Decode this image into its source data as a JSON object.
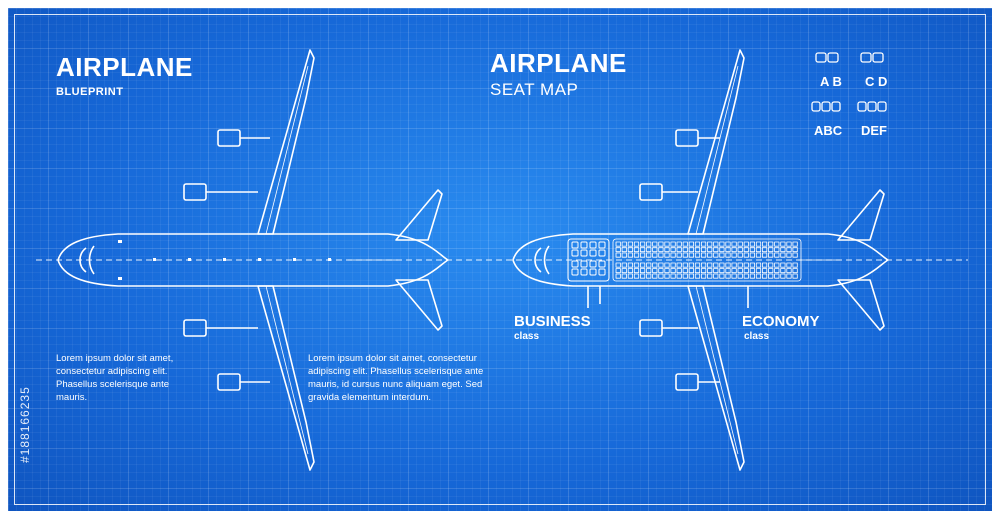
{
  "left": {
    "title": "AIRPLANE",
    "subtitle": "BLUEPRINT",
    "paragraph1": [
      "Lorem ipsum dolor sit amet,",
      "consectetur adipiscing elit.",
      "Phasellus scelerisque ante",
      "mauris."
    ],
    "paragraph2": [
      "Lorem ipsum dolor sit amet, consectetur",
      "adipiscing elit. Phasellus scelerisque ante",
      "mauris, id cursus nunc aliquam eget. Sed",
      "gravida elementum interdum."
    ]
  },
  "right": {
    "title": "AIRPLANE",
    "subtitle": "SEAT MAP",
    "business": {
      "name": "BUSINESS",
      "sub": "class"
    },
    "economy": {
      "name": "ECONOMY",
      "sub": "class"
    }
  },
  "legend": {
    "items": [
      {
        "label": "A B",
        "seats": 2
      },
      {
        "label": "C D",
        "seats": 2
      },
      {
        "label": "ABC",
        "seats": 3
      },
      {
        "label": "DEF",
        "seats": 3
      }
    ]
  },
  "watermark": {
    "side_id": "#188166235"
  },
  "colors": {
    "background": "#1668d8",
    "line": "#ffffff"
  }
}
